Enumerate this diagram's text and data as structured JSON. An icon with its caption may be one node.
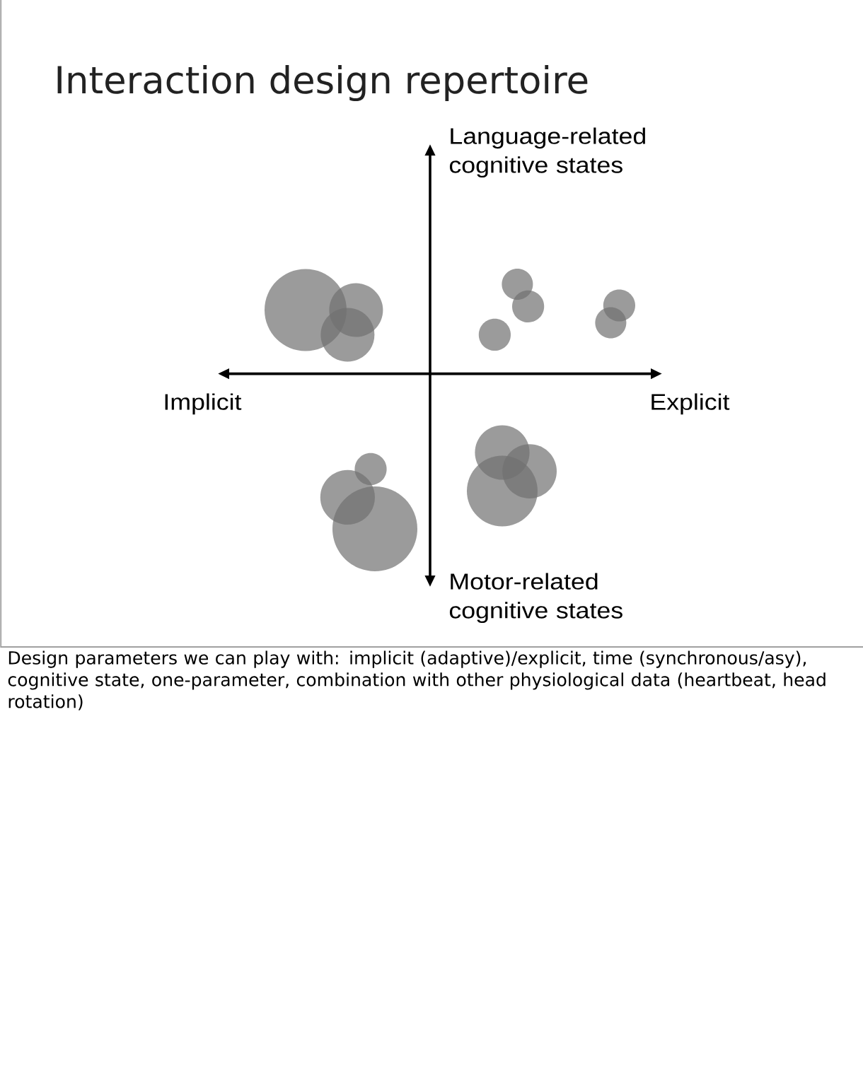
{
  "diagram": {
    "title": "Interaction design repertoire",
    "nodes": [
      {
        "text": [],
        "shape": "circle"
      },
      {
        "text": [],
        "shape": "circle"
      },
      {
        "text": [],
        "shape": "circle"
      },
      {
        "text": [],
        "shape": "circle"
      },
      {
        "text": [],
        "shape": "circle"
      },
      {
        "text": [],
        "shape": "circle"
      },
      {
        "text": [],
        "shape": "circle"
      },
      {
        "text": [],
        "shape": "circle"
      },
      {
        "text": [],
        "shape": "circle"
      },
      {
        "text": [],
        "shape": "circle"
      },
      {
        "text": [],
        "shape": "circle"
      },
      {
        "text": [],
        "shape": "circle"
      },
      {
        "text": [],
        "shape": "circle"
      },
      {
        "text": [],
        "shape": "circle"
      }
    ],
    "labels": [
      "Language-related cognitive states",
      "Implicit",
      "Explicit",
      "Motor-related cognitive states"
    ],
    "caption": "Design parameters we can play with: implicit (adaptive)/explicit, time (synchronous/asy), cognitive state, one-parameter, combination with other physiological data (heartbeat, head rotation)"
  }
}
